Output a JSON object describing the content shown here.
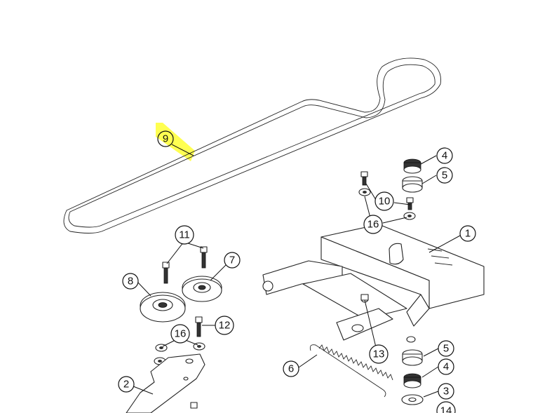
{
  "diagram": {
    "callouts": [
      {
        "id": "c1",
        "label": "1"
      },
      {
        "id": "c2",
        "label": "2"
      },
      {
        "id": "c3",
        "label": "3"
      },
      {
        "id": "c4a",
        "label": "4"
      },
      {
        "id": "c4b",
        "label": "4"
      },
      {
        "id": "c5a",
        "label": "5"
      },
      {
        "id": "c5b",
        "label": "5"
      },
      {
        "id": "c6",
        "label": "6"
      },
      {
        "id": "c7",
        "label": "7"
      },
      {
        "id": "c8",
        "label": "8"
      },
      {
        "id": "c9",
        "label": "9"
      },
      {
        "id": "c10",
        "label": "10"
      },
      {
        "id": "c11",
        "label": "11"
      },
      {
        "id": "c12",
        "label": "12"
      },
      {
        "id": "c13",
        "label": "13"
      },
      {
        "id": "c14",
        "label": "14"
      },
      {
        "id": "c16a",
        "label": "16"
      },
      {
        "id": "c16b",
        "label": "16"
      }
    ],
    "highlight_color": "#ffff33"
  }
}
